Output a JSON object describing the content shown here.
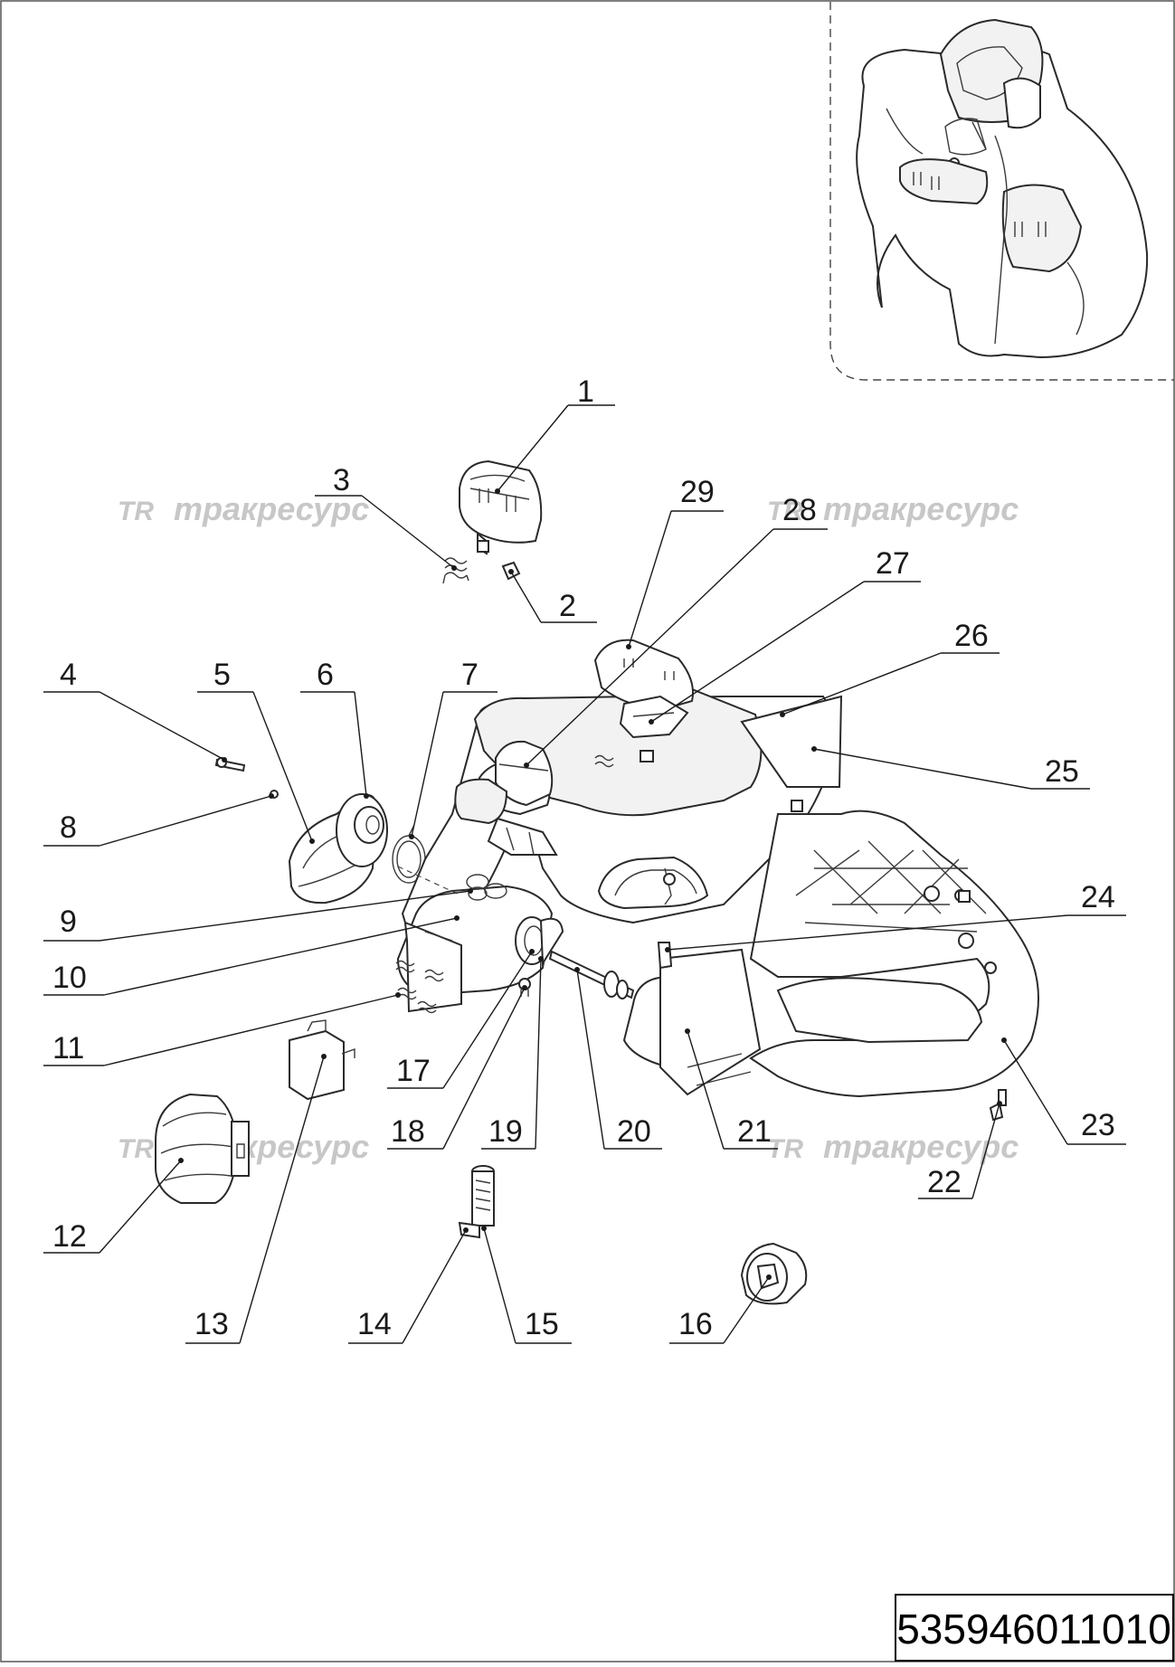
{
  "drawing": {
    "part_number": "535946011010",
    "watermark": {
      "logo": "TR",
      "text": "тракресурс"
    },
    "callouts": [
      "1",
      "2",
      "3",
      "4",
      "5",
      "6",
      "7",
      "8",
      "9",
      "10",
      "11",
      "12",
      "13",
      "14",
      "15",
      "16",
      "17",
      "18",
      "19",
      "20",
      "21",
      "22",
      "23",
      "24",
      "25",
      "26",
      "27",
      "28",
      "29"
    ]
  }
}
